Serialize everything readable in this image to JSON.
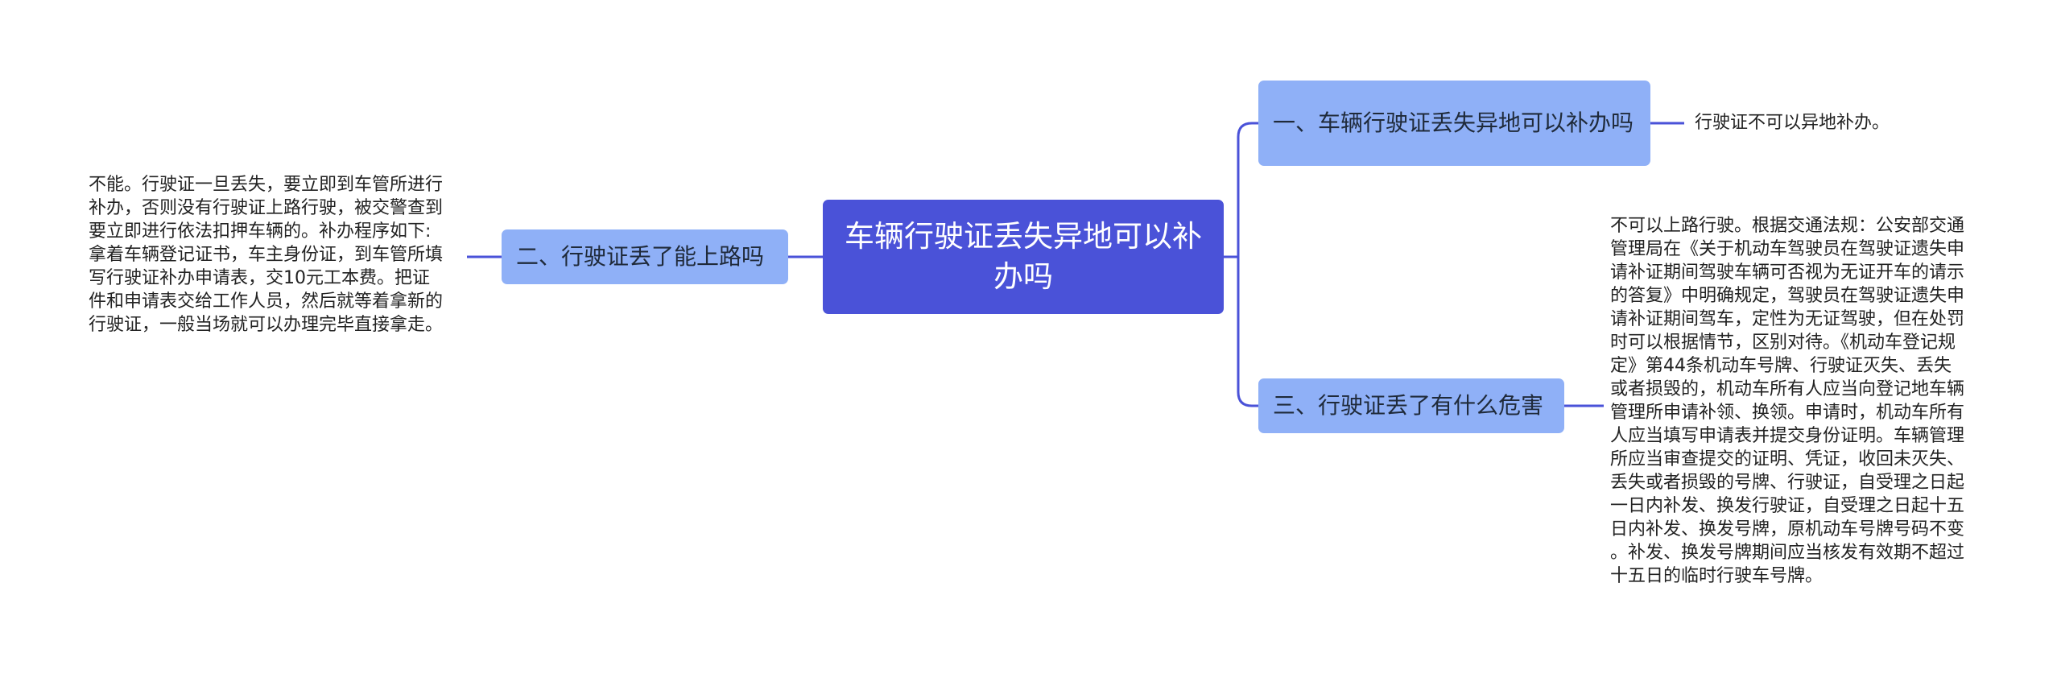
{
  "central_topic": "车辆行驶证丢失异地可以补办吗",
  "branches": [
    {
      "label": "一、车辆行驶证丢失异地可以补办吗",
      "detail": "行驶证不可以异地补办。"
    },
    {
      "label": "二、行驶证丢了能上路吗",
      "detail": "不能。行驶证一旦丢失，要立即到车管所进行\n补办，否则没有行驶证上路行驶，被交警查到\n要立即进行依法扣押车辆的。补办程序如下:\n拿着车辆登记证书，车主身份证，到车管所填\n写行驶证补办申请表，交10元工本费。把证\n件和申请表交给工作人员，然后就等着拿新的\n行驶证，一般当场就可以办理完毕直接拿走。"
    },
    {
      "label": "三、行驶证丢了有什么危害",
      "detail": "不可以上路行驶。根据交通法规：公安部交通\n管理局在《关于机动车驾驶员在驾驶证遗失申\n请补证期间驾驶车辆可否视为无证开车的请示\n的答复》中明确规定，驾驶员在驾驶证遗失申\n请补证期间驾车，定性为无证驾驶，但在处罚\n时可以根据情节，区别对待。《机动车登记规\n定》第44条机动车号牌、行驶证灭失、丢失\n或者损毁的，机动车所有人应当向登记地车辆\n管理所申请补领、换领。申请时，机动车所有\n人应当填写申请表并提交身份证明。车辆管理\n所应当审查提交的证明、凭证，收回未灭失、\n丢失或者损毁的号牌、行驶证，自受理之日起\n一日内补发、换发行驶证，自受理之日起十五\n日内补发、换发号牌，原机动车号牌号码不变\n。补发、换发号牌期间应当核发有效期不超过\n十五日的临时行驶车号牌。"
    }
  ],
  "colors": {
    "central_fill": "#4a52d8",
    "branch_fill": "#8fb0f7",
    "connector": "#4a52d8",
    "background": "#ffffff"
  }
}
